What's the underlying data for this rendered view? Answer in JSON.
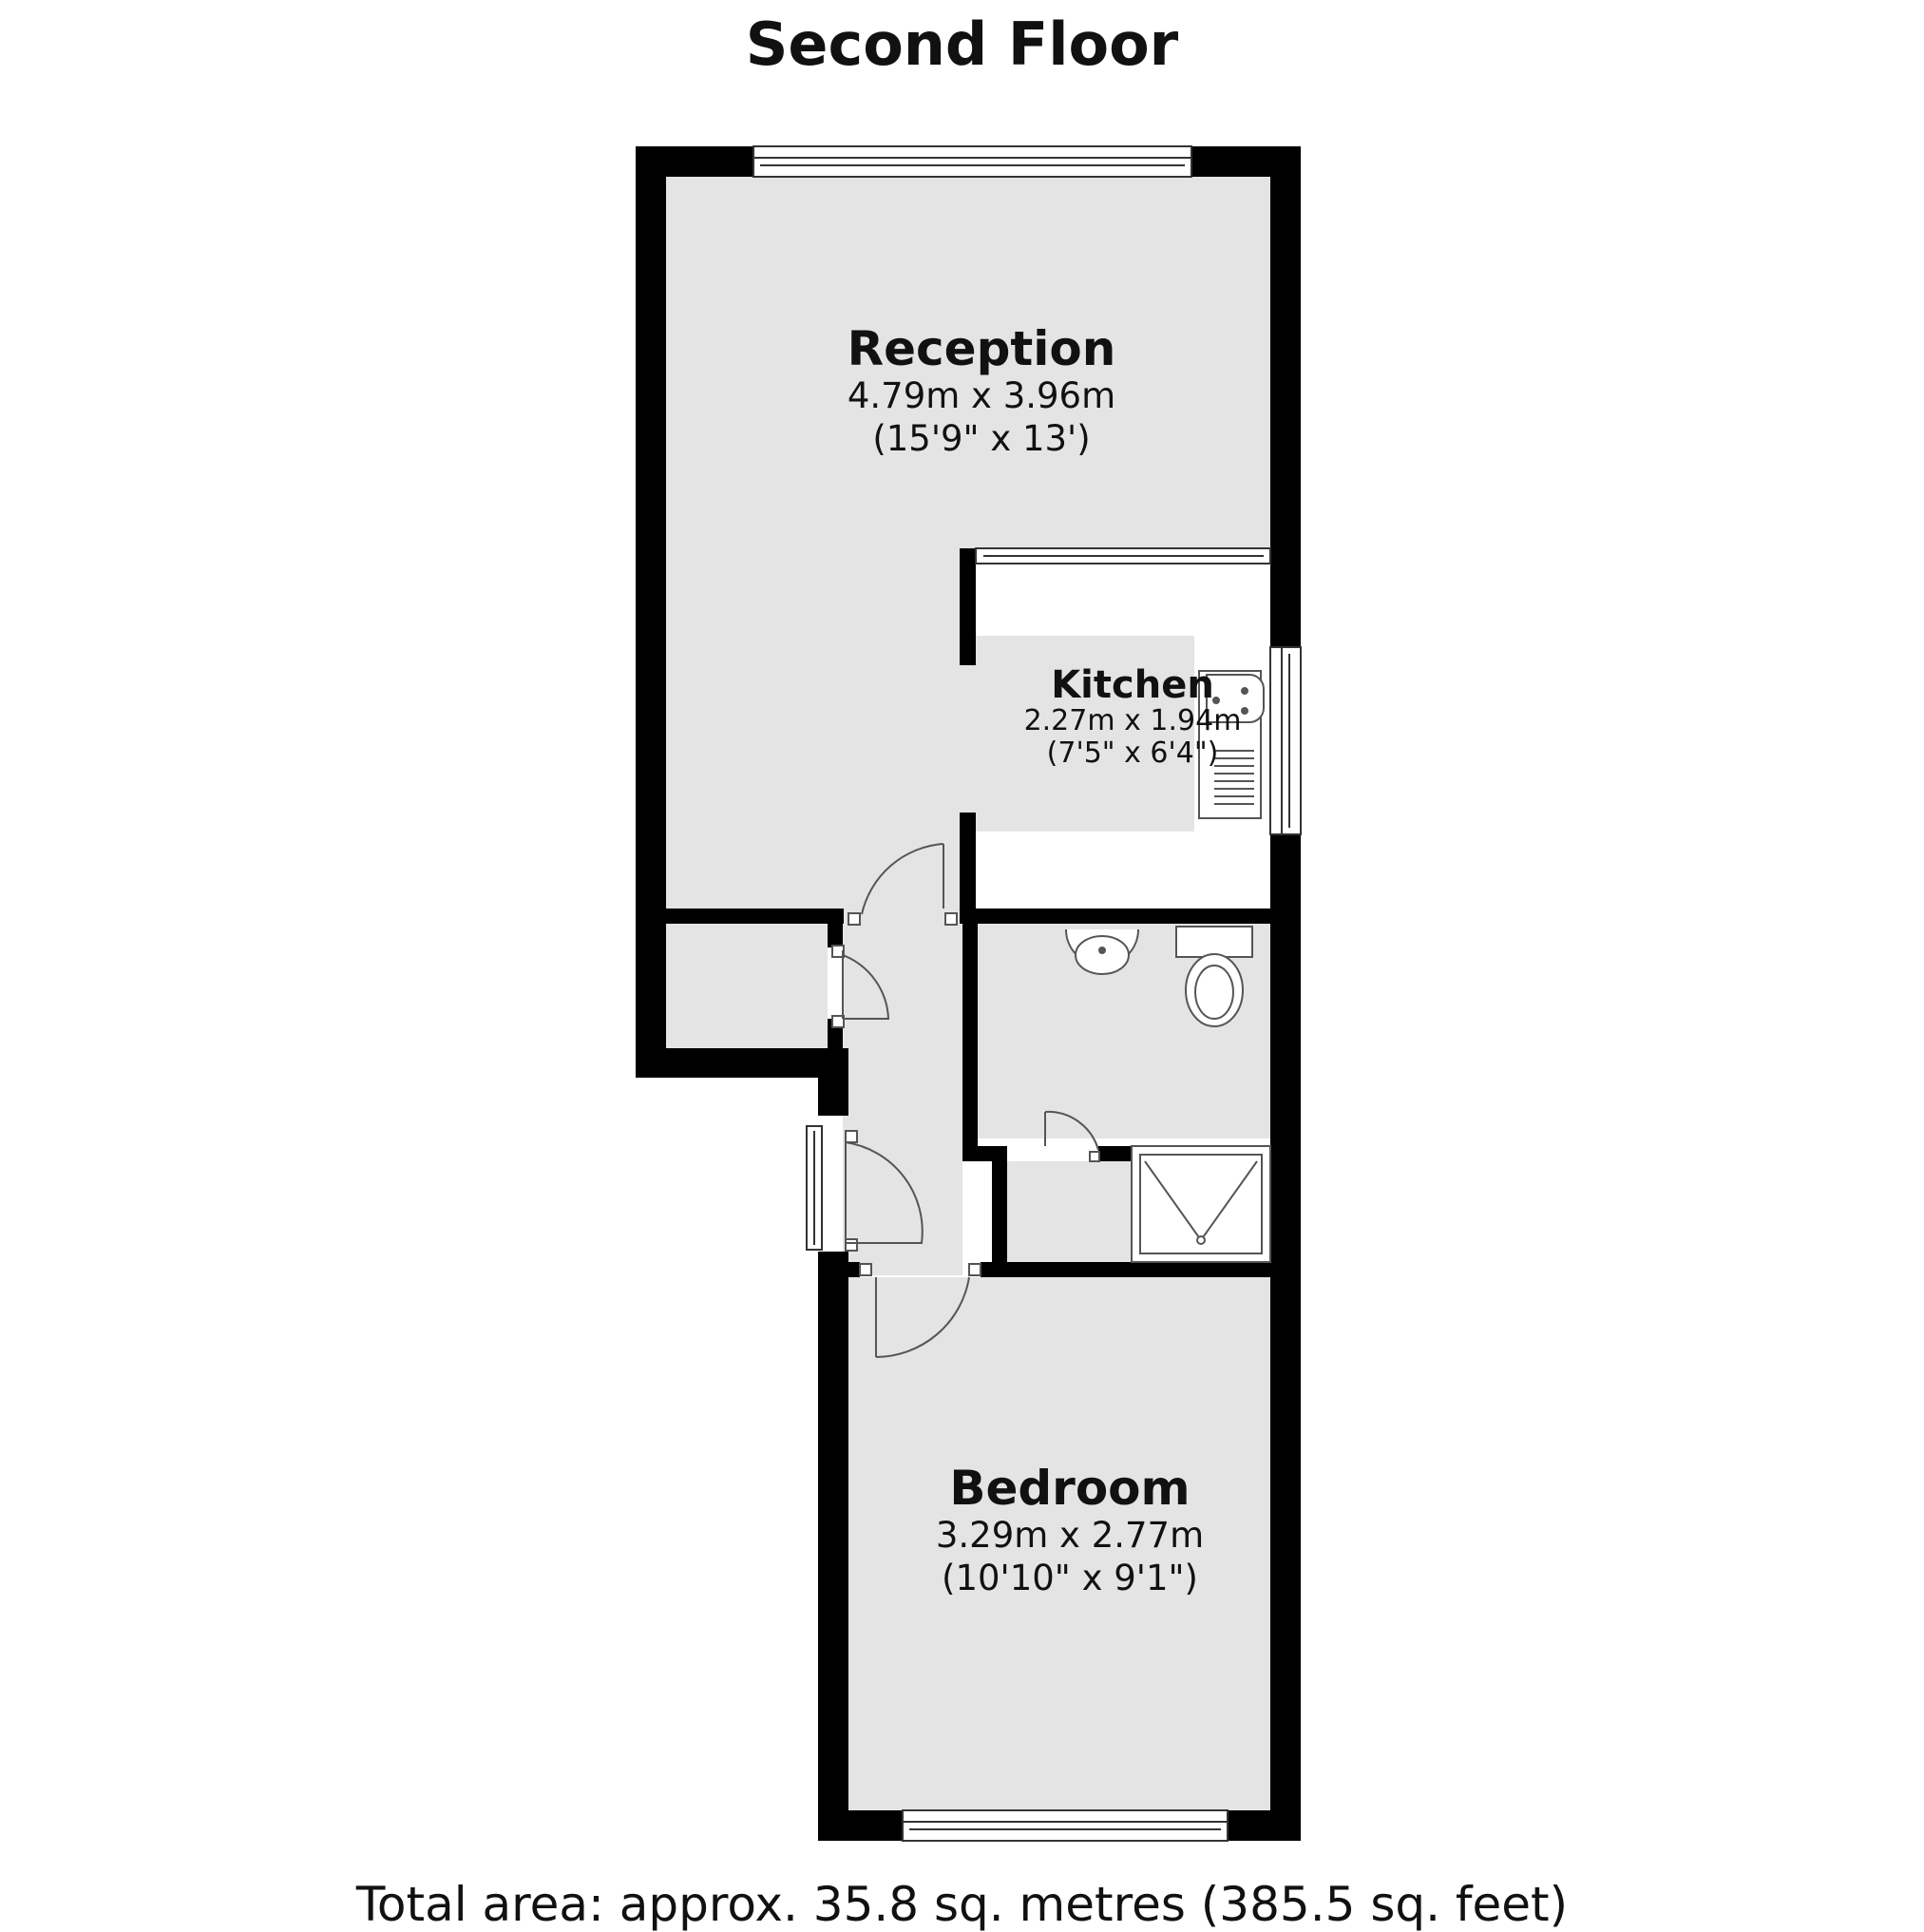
{
  "floor_title": "Second Floor",
  "rooms": {
    "reception": {
      "name": "Reception",
      "metric": "4.79m x 3.96m",
      "imperial": "(15'9\" x 13')"
    },
    "kitchen": {
      "name": "Kitchen",
      "metric": "2.27m x 1.94m",
      "imperial": "(7'5\" x 6'4\")"
    },
    "bedroom": {
      "name": "Bedroom",
      "metric": "3.29m x 2.77m",
      "imperial": "(10'10\" x 9'1\")"
    }
  },
  "total_area": "Total area: approx. 35.8 sq. metres (385.5 sq. feet)",
  "colors": {
    "wall": "#000000",
    "floor": "#e4e4e4",
    "background": "#ffffff",
    "fixture": "#555555"
  }
}
